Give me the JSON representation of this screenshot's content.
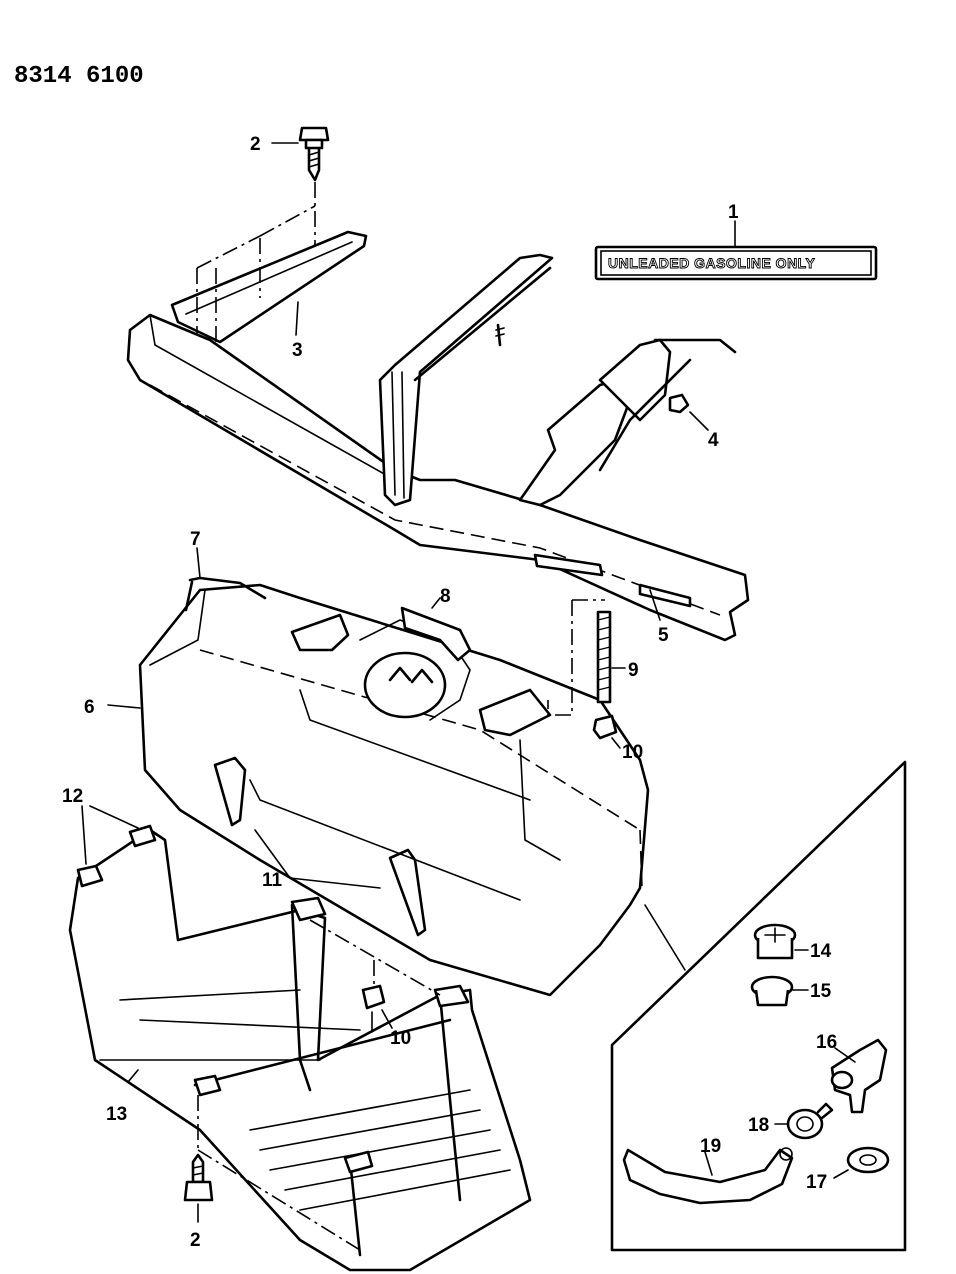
{
  "drawing_number": "8314 6100",
  "label_decal_text": "UNLEADED GASOLINE ONLY",
  "callouts": {
    "c1": "1",
    "c2_top": "2",
    "c2_bottom": "2",
    "c3": "3",
    "c4": "4",
    "c5": "5",
    "c6": "6",
    "c7": "7",
    "c8": "8",
    "c9": "9",
    "c10_top": "10",
    "c10_bottom": "10",
    "c11": "11",
    "c12": "12",
    "c13": "13",
    "c14": "14",
    "c15": "15",
    "c16": "16",
    "c17": "17",
    "c18": "18",
    "c19": "19"
  }
}
